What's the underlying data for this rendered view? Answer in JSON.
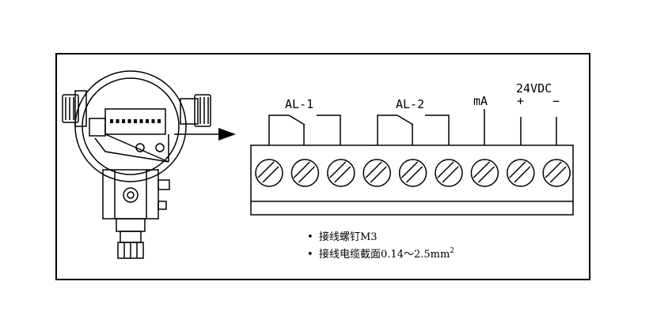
{
  "labels": {
    "al1": "AL-1",
    "al2": "AL-2",
    "ma": "mA",
    "supply": "24VDC",
    "plus": "+",
    "minus": "−"
  },
  "notes": {
    "bullet": "•",
    "screw": "接线螺钉M3",
    "section": "接线电缆截面",
    "section_value": "0.14～2.5mm",
    "section_sup": "2"
  },
  "terminal_count": 9,
  "colors": {
    "line": "#000000",
    "background": "#ffffff"
  }
}
